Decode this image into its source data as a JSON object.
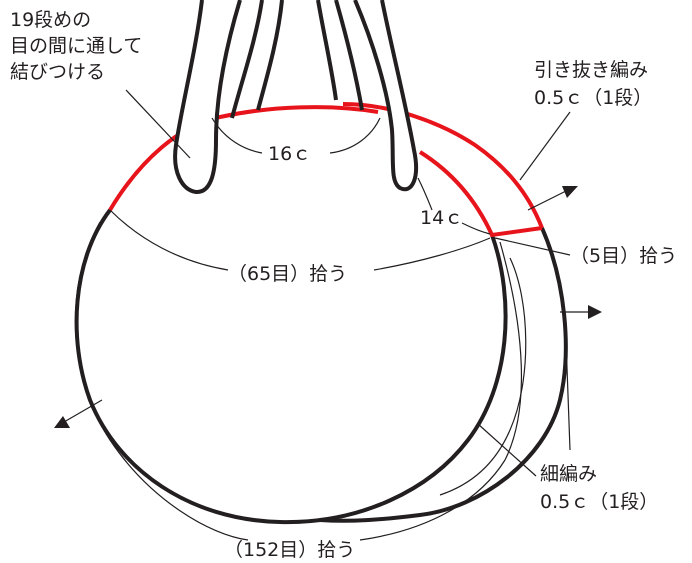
{
  "colors": {
    "outline": "#231f20",
    "red": "#e8141b",
    "guide": "#231f20"
  },
  "labels": {
    "handle_attach": [
      "19段めの",
      "目の間に通して",
      "結びつける"
    ],
    "slip_stitch": [
      "引き抜き編み",
      "0.5ｃ（1段）"
    ],
    "handle_gap": "16ｃ",
    "gusset_top": "14ｃ",
    "pickup_5": "（5目）拾う",
    "pickup_65": "（65目）拾う",
    "single_crochet": [
      "細編み",
      "0.5ｃ（1段）"
    ],
    "pickup_152": "（152目）拾う"
  },
  "icons": [
    "arrow-icon",
    "arrow-icon",
    "arrow-icon"
  ]
}
